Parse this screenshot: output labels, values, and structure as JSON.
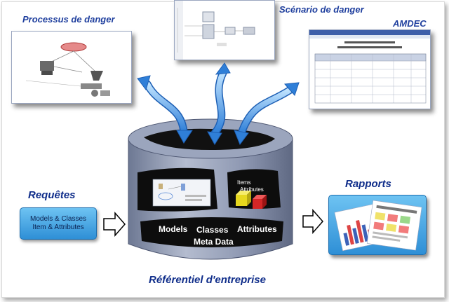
{
  "titles": {
    "processus": "Processus de danger",
    "scenario": "Scénario de danger",
    "amdec": "AMDEC",
    "requetes": "Requêtes",
    "rapports": "Rapports",
    "referentiel": "Référentiel d'entreprise"
  },
  "requetes_box": {
    "line1": "Models & Classes",
    "line2": "Item & Attributes"
  },
  "cylinder": {
    "items_label": "Items",
    "attributes_small_label": "Attributes",
    "models": "Models",
    "classes": "Classes",
    "attributes": "Attributes",
    "meta_data": "Meta Data"
  },
  "colors": {
    "title_blue": "#1f3f9e",
    "arrow_blue": "#3b8fe0",
    "cylinder_gray": "#8c97b3",
    "box_blue": "#2e8fd6"
  }
}
